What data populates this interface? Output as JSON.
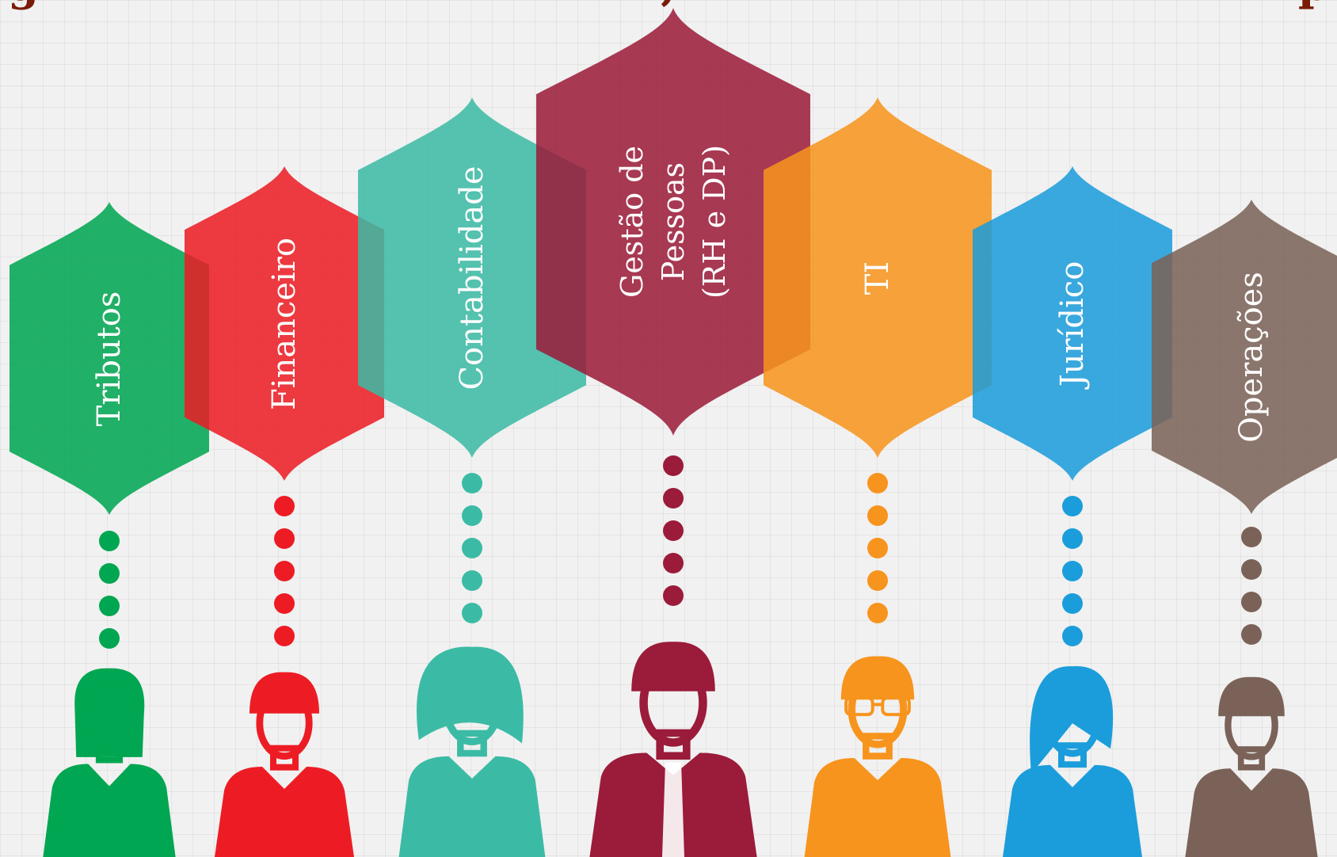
{
  "title": {
    "left_fragment": "g",
    "middle_fragment": ",",
    "right_fragment": "p"
  },
  "departments": [
    {
      "key": "tributos",
      "label": "Tributos",
      "color": "#00a651"
    },
    {
      "key": "financeiro",
      "label": "Financeiro",
      "color": "#ed1c24"
    },
    {
      "key": "contabilidade",
      "label": "Contabilidade",
      "color": "#3bbba5"
    },
    {
      "key": "gestao-pessoas",
      "label": "Gestão de\nPessoas\n(RH e DP)",
      "color": "#9b1b3a"
    },
    {
      "key": "ti",
      "label": "TI",
      "color": "#f7941d"
    },
    {
      "key": "juridico",
      "label": "Jurídico",
      "color": "#1b9ddb"
    },
    {
      "key": "operacoes",
      "label": "Operações",
      "color": "#7b6258"
    }
  ]
}
